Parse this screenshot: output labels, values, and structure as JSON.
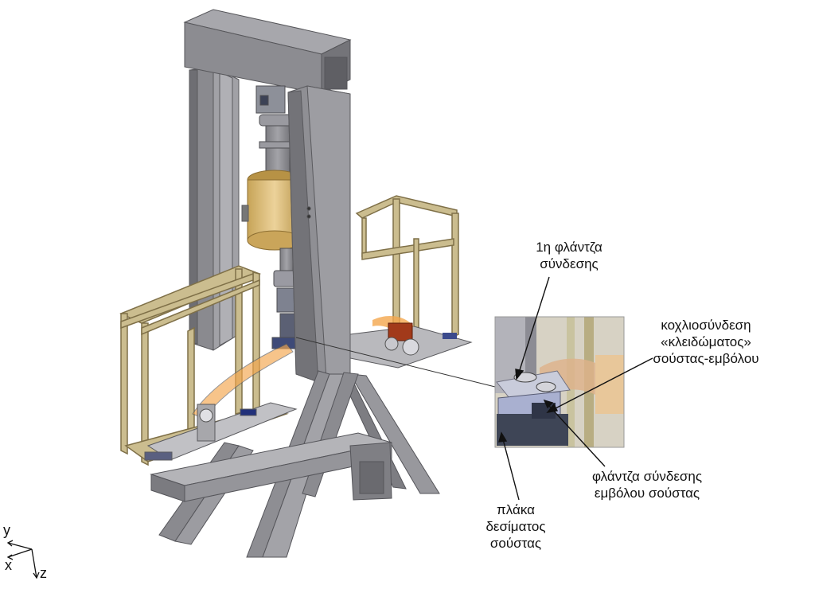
{
  "labels": {
    "flange1_line1": "1η φλάντζα",
    "flange1_line2": "σύνδεσης",
    "bolt_line1": "κοχλιοσύνδεση",
    "bolt_line2": "«κλειδώματος»",
    "bolt_line3": "σούστας-εμβόλου",
    "flange2_line1": "φλάντζα σύνδεσης",
    "flange2_line2": "εμβόλου σούστας",
    "plate_line1": "πλάκα",
    "plate_line2": "δεσίματος",
    "plate_line3": "σούστας"
  },
  "axes": {
    "y": "y",
    "x": "x",
    "z": "z"
  },
  "colors": {
    "steel": "#8e8e92",
    "steel_dark": "#6f6f74",
    "steel_light": "#a9a9ad",
    "wood": "#c8b98c",
    "wood_dark": "#9c8c60",
    "spring": "#d9b36a",
    "orange": "#f0a24a",
    "detail_bg": "#d2d2d8",
    "leader": "#111111"
  }
}
